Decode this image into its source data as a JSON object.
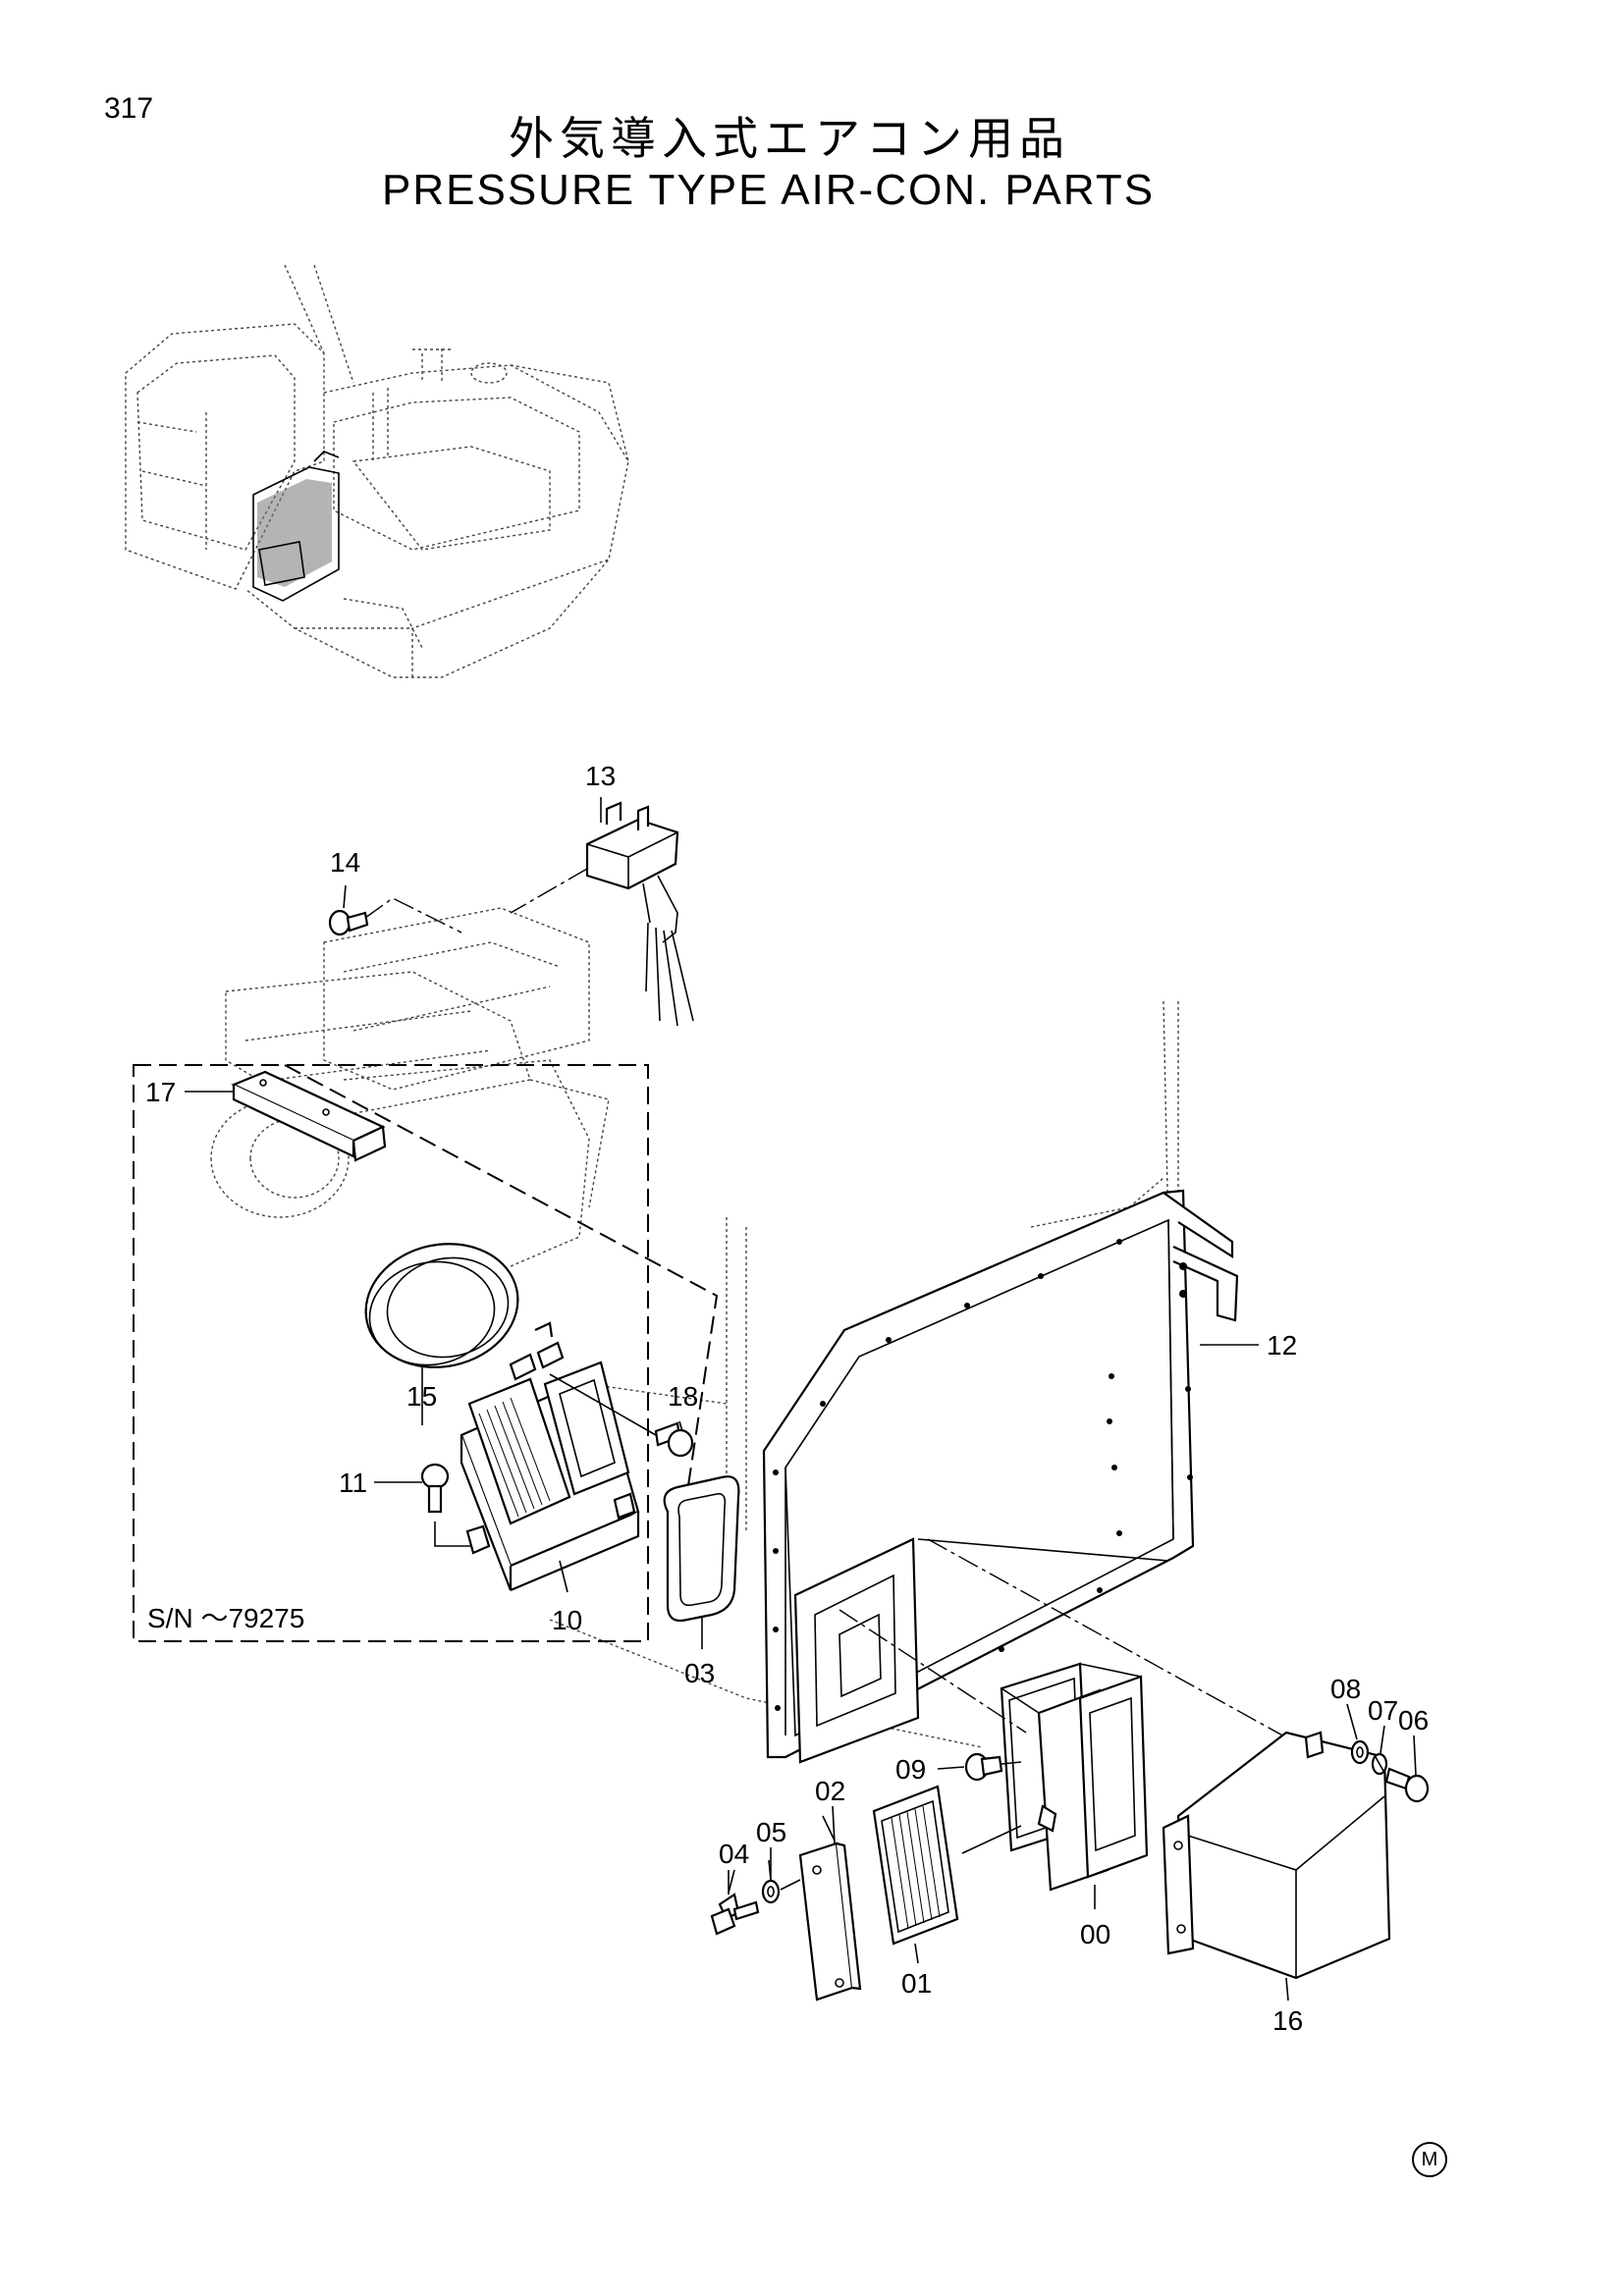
{
  "page": {
    "number": "317",
    "title_jp": "外気導入式エアコン用品",
    "title_en": "PRESSURE TYPE AIR-CON. PARTS"
  },
  "callouts": [
    {
      "id": "c13",
      "label": "13"
    },
    {
      "id": "c14",
      "label": "14"
    },
    {
      "id": "c17",
      "label": "17"
    },
    {
      "id": "c12",
      "label": "12"
    },
    {
      "id": "c15",
      "label": "15"
    },
    {
      "id": "c18",
      "label": "18"
    },
    {
      "id": "c11",
      "label": "11"
    },
    {
      "id": "c10",
      "label": "10"
    },
    {
      "id": "c03",
      "label": "03"
    },
    {
      "id": "c08",
      "label": "08"
    },
    {
      "id": "c07",
      "label": "07"
    },
    {
      "id": "c06",
      "label": "06"
    },
    {
      "id": "c09",
      "label": "09"
    },
    {
      "id": "c02",
      "label": "02"
    },
    {
      "id": "c05",
      "label": "05"
    },
    {
      "id": "c04",
      "label": "04"
    },
    {
      "id": "c00",
      "label": "00"
    },
    {
      "id": "c01",
      "label": "01"
    },
    {
      "id": "c16",
      "label": "16"
    }
  ],
  "serial_note": "S/N  ～79275",
  "mark": "M"
}
